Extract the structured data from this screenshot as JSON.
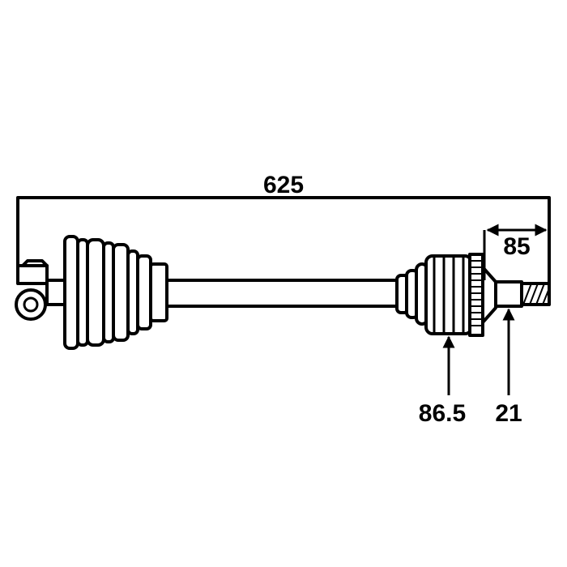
{
  "dimensions": {
    "overall_length": "625",
    "spline_length": "85",
    "boot_diameter": "86.5",
    "shaft_diameter": "21"
  },
  "colors": {
    "stroke": "#000000",
    "fill": "#ffffff",
    "background": "#ffffff"
  }
}
